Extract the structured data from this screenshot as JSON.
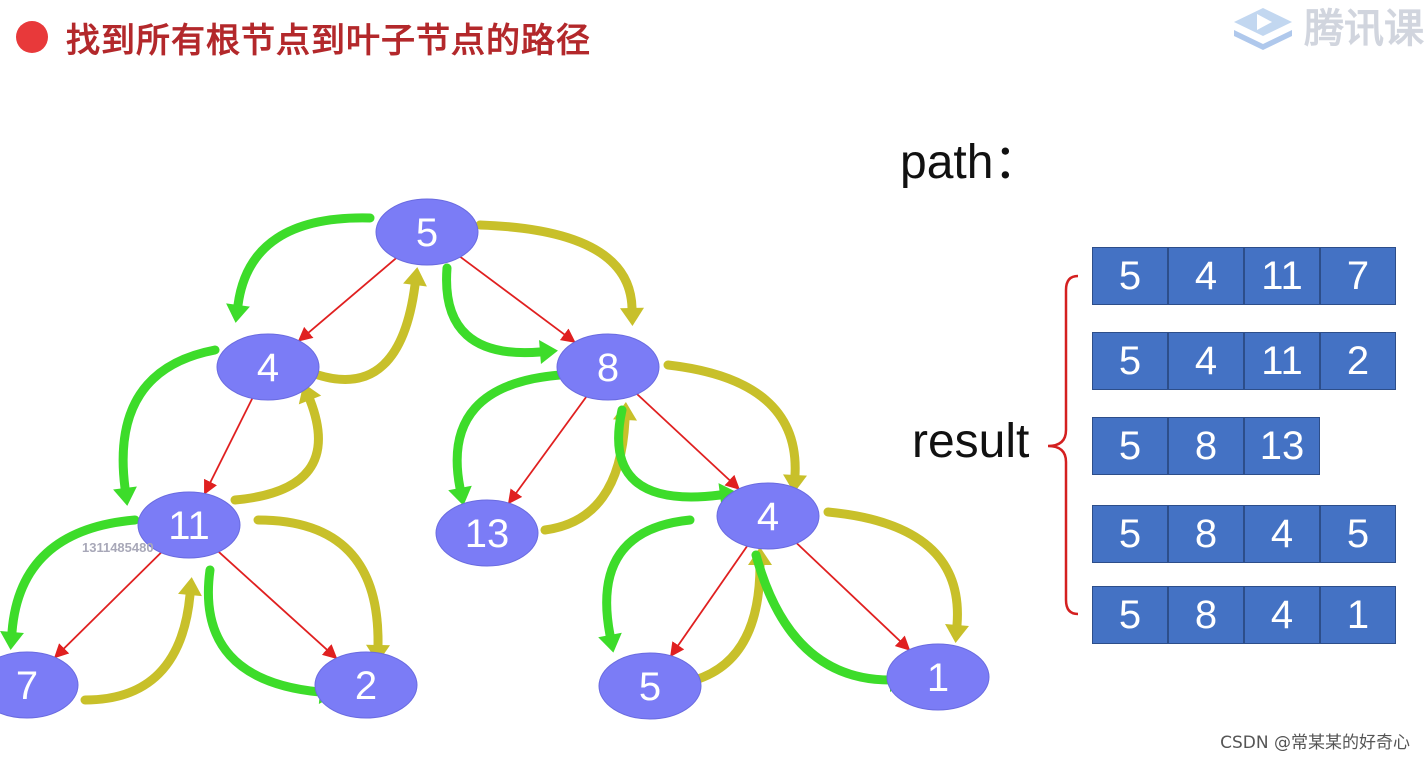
{
  "header": {
    "title": "找到所有根节点到叶子节点的路径",
    "logo_text": "腾讯课",
    "accent_color": "#e8393a",
    "title_color": "#b3282b"
  },
  "tree": {
    "node_color": "#7b7cf6",
    "edge_color": "#e02020",
    "descend_arrow_color": "#3ddc2a",
    "return_arrow_color": "#c8c02a",
    "nodes": [
      {
        "id": "n5",
        "label": "5"
      },
      {
        "id": "n4",
        "label": "4"
      },
      {
        "id": "n8",
        "label": "8"
      },
      {
        "id": "n11",
        "label": "11"
      },
      {
        "id": "n13",
        "label": "13"
      },
      {
        "id": "n4b",
        "label": "4"
      },
      {
        "id": "n7",
        "label": "7"
      },
      {
        "id": "n2",
        "label": "2"
      },
      {
        "id": "n5b",
        "label": "5"
      },
      {
        "id": "n1",
        "label": "1"
      }
    ],
    "edges": [
      [
        "n5",
        "n4"
      ],
      [
        "n5",
        "n8"
      ],
      [
        "n4",
        "n11"
      ],
      [
        "n8",
        "n13"
      ],
      [
        "n8",
        "n4b"
      ],
      [
        "n11",
        "n7"
      ],
      [
        "n11",
        "n2"
      ],
      [
        "n4b",
        "n5b"
      ],
      [
        "n4b",
        "n1"
      ]
    ]
  },
  "path_label": "path：",
  "result_label": "result",
  "result_rows": [
    [
      "5",
      "4",
      "11",
      "7"
    ],
    [
      "5",
      "4",
      "11",
      "2"
    ],
    [
      "5",
      "8",
      "13"
    ],
    [
      "5",
      "8",
      "4",
      "5"
    ],
    [
      "5",
      "8",
      "4",
      "1"
    ]
  ],
  "watermark_id": "1311485480",
  "footer_text": "CSDN @常某某的好奇心"
}
